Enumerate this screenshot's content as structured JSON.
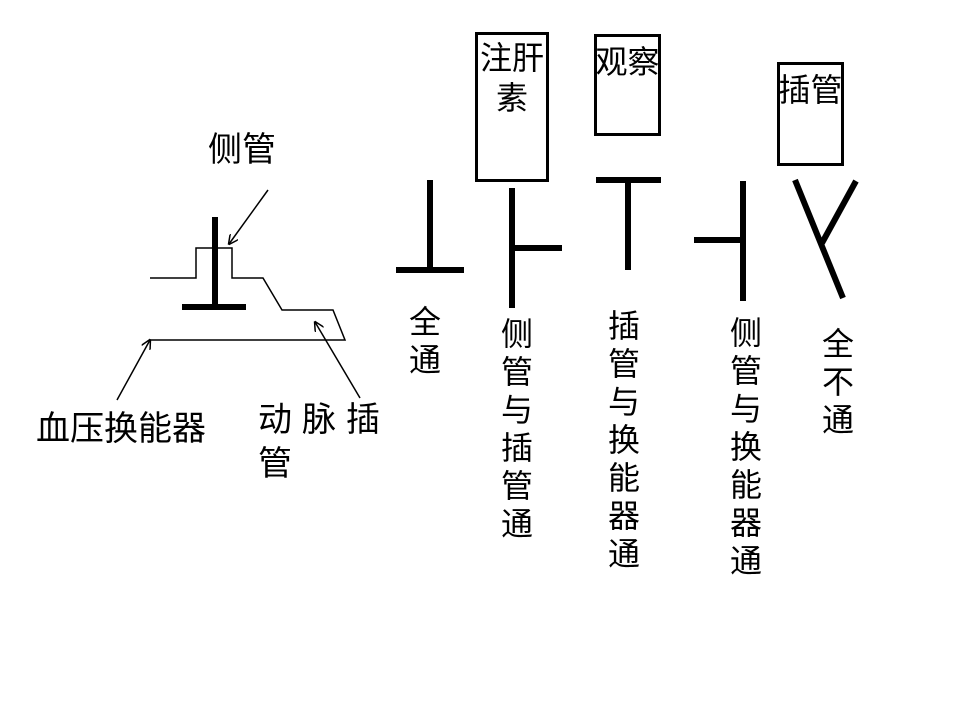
{
  "labels": {
    "side_tube": "侧管",
    "transducer": "血压换能器",
    "artery_tube": "动脉插管",
    "artery_tube_sub": "脉 插",
    "state_all_open": "全通",
    "state_side_catheter": "侧管与插管通",
    "state_catheter_transducer": "插管与换能器通",
    "state_side_transducer": "侧管与换能器通",
    "state_all_closed": "全不通"
  },
  "boxes": {
    "heparin": "注肝素",
    "observe": "观察",
    "catheter": "插管"
  }
}
